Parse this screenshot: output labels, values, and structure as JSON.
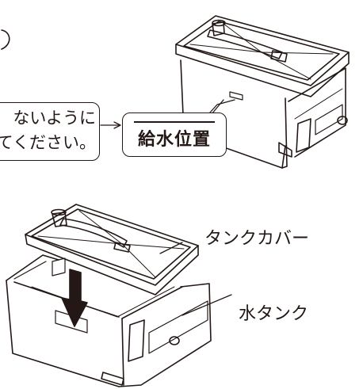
{
  "callout": {
    "line1": "ないように",
    "line2": "てください。"
  },
  "position_box": {
    "label": "給水位置"
  },
  "labels": {
    "tank_cover": "タンクカバー",
    "water_tank": "水タンク"
  },
  "colors": {
    "line": "#231815",
    "background": "#ffffff"
  },
  "icons": {
    "arrow": "down-arrow-icon"
  }
}
